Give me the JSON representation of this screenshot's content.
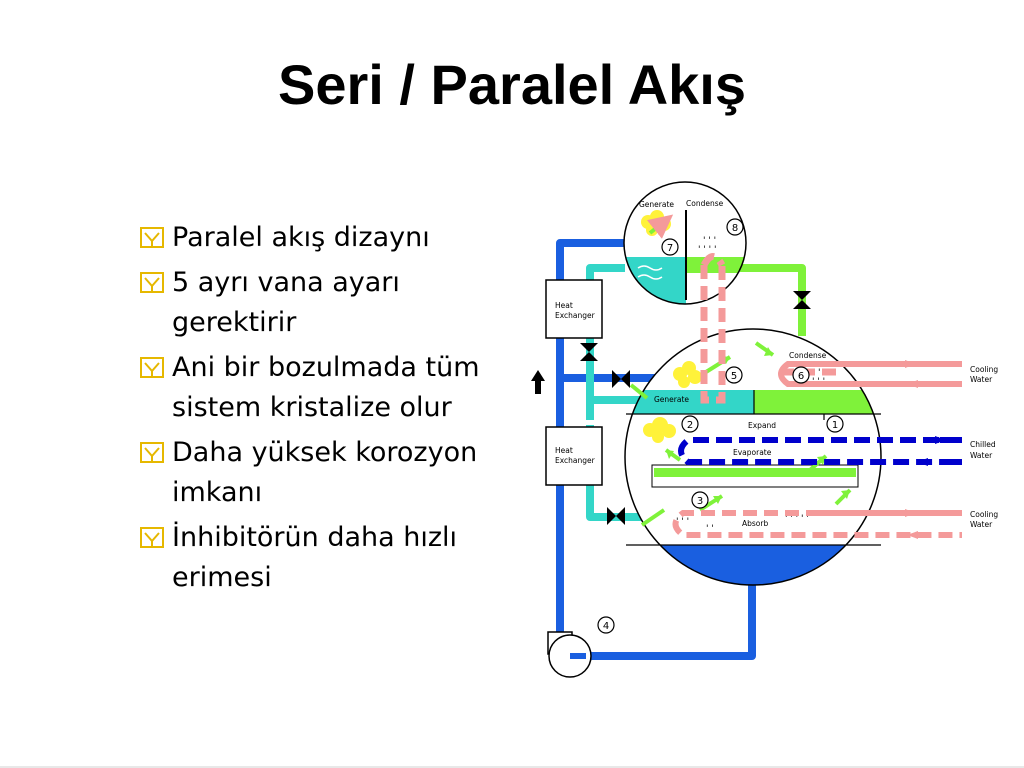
{
  "slide": {
    "title": "Seri / Paralel Akış",
    "bullets": [
      "Paralel akış dizaynı",
      "5 ayrı vana ayarı gerektirir",
      "Ani bir bozulmada tüm sistem kristalize olur",
      "Daha yüksek korozyon imkanı",
      "İnhibitörün daha hızlı erimesi"
    ]
  },
  "diagram": {
    "labels": {
      "generate_top": "Generate",
      "condense_top": "Condense",
      "heat_exchanger_1": [
        "Heat",
        "Exchanger"
      ],
      "heat_exchanger_2": [
        "Heat",
        "Exchanger"
      ],
      "condense_main": "Condense",
      "generate_main": "Generate",
      "expand": "Expand",
      "evaporate": "Evaporate",
      "absorb": "Absorb",
      "cooling_water_1": [
        "Cooling",
        "Water"
      ],
      "chilled_water": [
        "Chilled",
        "Water"
      ],
      "cooling_water_2": [
        "Cooling",
        "Water"
      ]
    },
    "step_numbers": [
      "1",
      "2",
      "3",
      "4",
      "5",
      "6",
      "7",
      "8"
    ],
    "colors": {
      "blue": "#1a5fe0",
      "dark_blue": "#0000cc",
      "cyan": "#33d6c8",
      "green": "#7ff23a",
      "pink": "#f49a9a",
      "yellow": "#fff23a"
    }
  }
}
